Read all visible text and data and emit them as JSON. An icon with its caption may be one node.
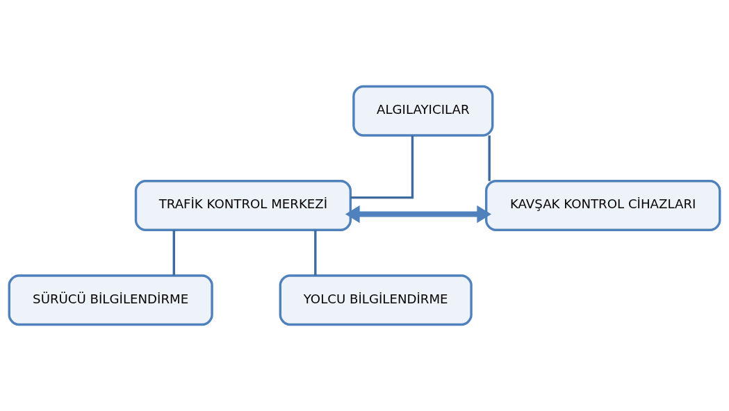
{
  "diagram": {
    "nodes": [
      {
        "text": [
          "ALGILAYICILAR"
        ]
      },
      {
        "text": [
          "TRAFİK KONTROL MERKEZİ"
        ]
      },
      {
        "text": [
          "KAVŞAK KONTROL CİHAZLARI"
        ]
      },
      {
        "text": [
          "SÜRÜCÜ BİLGİLENDİRME"
        ]
      },
      {
        "text": [
          "YOLCU BİLGİLENDİRME"
        ]
      }
    ],
    "edges": [
      {
        "from": 0,
        "to": 1,
        "arrow": "none"
      },
      {
        "from": 0,
        "to": 2,
        "arrow": "none"
      },
      {
        "from": 1,
        "to": 2,
        "arrow": "both",
        "style": "thick",
        "color": "#4f81bd"
      },
      {
        "from": 1,
        "to": 3,
        "arrow": "none"
      },
      {
        "from": 1,
        "to": 4,
        "arrow": "none"
      }
    ]
  }
}
